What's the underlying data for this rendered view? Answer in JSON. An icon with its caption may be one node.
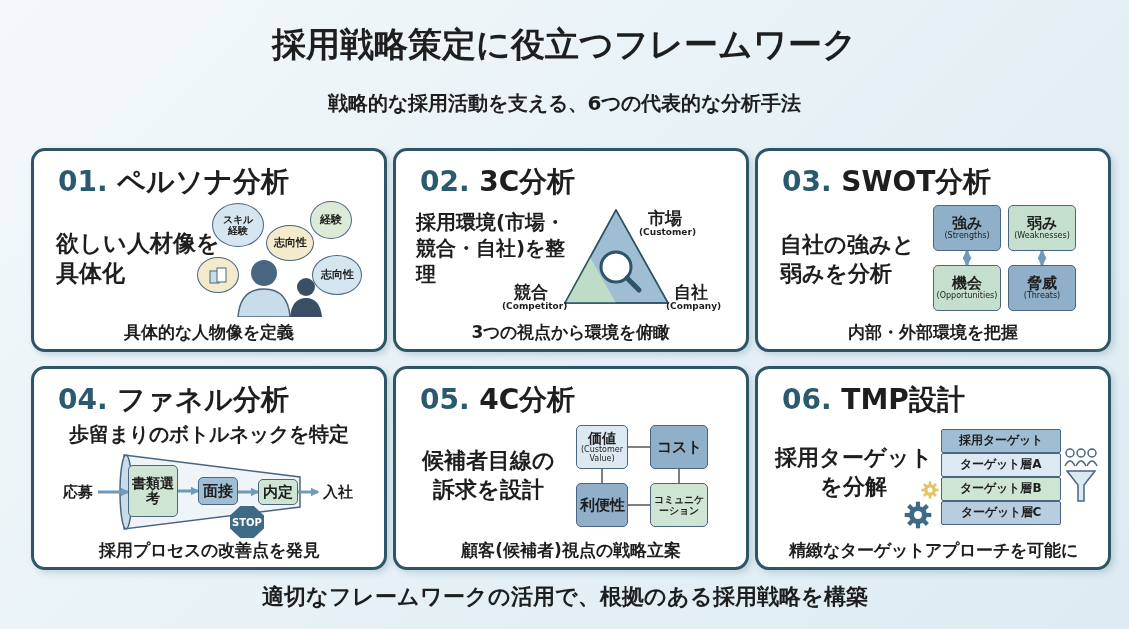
{
  "diagram": {
    "title": "採用戦略策定に役立つフレームワーク",
    "caption": "適切なフレームワークの活用で、根拠のある採用戦略を構築",
    "nodes": [
      {
        "text": [
          "01. ペルソナ分析",
          "欲しい人材像を具体化",
          "具体的な人物像を定義"
        ]
      },
      {
        "text": [
          "スキル経験"
        ],
        "in": 0
      },
      {
        "text": [
          "経験"
        ],
        "in": 0
      },
      {
        "text": [
          "志向性"
        ],
        "in": 0
      },
      {
        "text": [],
        "shape": "bubble",
        "in": 0
      },
      {
        "text": [
          "志向性"
        ],
        "in": 0
      },
      {
        "text": [
          "02. 3C分析",
          "採用環境(市場・競合・自社)を整理",
          "3つの視点から環境を俯瞰"
        ]
      },
      {
        "text": [],
        "shape": "triangle",
        "in": 6,
        "beside": [
          "市場",
          "(Customer)",
          "競合",
          "(Competitor)",
          "自社",
          "(Company)"
        ]
      },
      {
        "text": [
          "03. SWOT分析",
          "自社の強みと弱みを分析",
          "内部・外部環境を把握"
        ]
      },
      {
        "text": [
          "強み",
          "(Strengths)"
        ],
        "in": 8
      },
      {
        "text": [
          "弱み",
          "(Weaknesses)"
        ],
        "in": 8
      },
      {
        "text": [
          "機会",
          "(Opportunities)"
        ],
        "in": 8
      },
      {
        "text": [
          "脅威",
          "(Threats)"
        ],
        "in": 8
      },
      {
        "text": [
          "04. ファネル分析",
          "歩留まりのボトルネックを特定",
          "採用プロセスの改善点を発見"
        ]
      },
      {
        "text": [
          "応募"
        ],
        "in": 13
      },
      {
        "text": [
          "書類選考"
        ],
        "in": 13
      },
      {
        "text": [
          "面接"
        ],
        "in": 13
      },
      {
        "text": [
          "内定"
        ],
        "in": 13
      },
      {
        "text": [
          "入社"
        ],
        "in": 13
      },
      {
        "text": [
          "STOP"
        ],
        "in": 13
      },
      {
        "text": [
          "05. 4C分析",
          "候補者目線の訴求を設計",
          "顧客(候補者)視点の戦略立案"
        ]
      },
      {
        "text": [
          "価値",
          "(Customer Value)"
        ],
        "in": 20
      },
      {
        "text": [
          "コスト"
        ],
        "in": 20
      },
      {
        "text": [
          "利便性"
        ],
        "in": 20
      },
      {
        "text": [
          "コミュニケーション"
        ],
        "in": 20
      },
      {
        "text": [
          "06. TMP設計",
          "採用ターゲットを分解",
          "精緻なターゲットアプローチを可能に"
        ]
      },
      {
        "text": [
          "採用ターゲット"
        ],
        "in": 25
      },
      {
        "text": [
          "ターゲット層A"
        ],
        "in": 25
      },
      {
        "text": [
          "ターゲット層B"
        ],
        "in": 25
      },
      {
        "text": [
          "ターゲット層C"
        ],
        "in": 25
      }
    ],
    "edges": [
      {
        "from": 9,
        "to": 11,
        "arrow": "both"
      },
      {
        "from": 10,
        "to": 12,
        "arrow": "both"
      },
      {
        "from": 14,
        "to": 15,
        "arrow": "to"
      },
      {
        "from": 15,
        "to": 16,
        "arrow": "to"
      },
      {
        "from": 16,
        "to": 17,
        "arrow": "to"
      },
      {
        "from": 17,
        "to": 18,
        "arrow": "to"
      },
      {
        "from": 21,
        "to": 22,
        "arrow": "none",
        "color": "#555555"
      },
      {
        "from": 21,
        "to": 23,
        "arrow": "none",
        "color": "#555555"
      },
      {
        "from": 22,
        "to": 24,
        "arrow": "none",
        "color": "#555555"
      },
      {
        "from": 23,
        "to": 24,
        "arrow": "none",
        "color": "#555555"
      }
    ],
    "labels": [
      "戦略的な採用活動を支える、6つの代表的な分析手法"
    ]
  }
}
